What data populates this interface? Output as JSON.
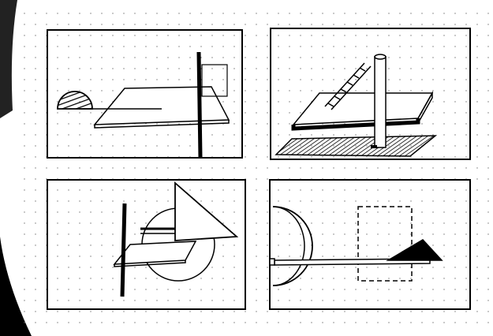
{
  "sketchbook": {
    "panel_count": 4,
    "colors": {
      "paper": "#ffffff",
      "ink": "#000000",
      "dots": "#777777",
      "shadow_edge": "#111111"
    },
    "panels": [
      {
        "id": "top-left",
        "icon": "plane-with-pole-and-half-circle"
      },
      {
        "id": "top-right",
        "icon": "platform-with-ladder-and-column"
      },
      {
        "id": "bottom-left",
        "icon": "triangle-circle-and-pole"
      },
      {
        "id": "bottom-right",
        "icon": "half-circle-dashed-frame-and-triangle"
      }
    ]
  }
}
